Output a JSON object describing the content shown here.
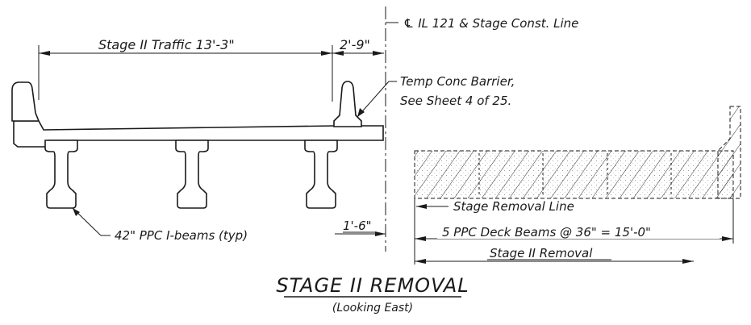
{
  "drawing": {
    "title": "STAGE II REMOVAL",
    "subtitle": "(Looking East)"
  },
  "labels": {
    "centerline": "℄ IL 121 & Stage Const. Line",
    "traffic_width": "Stage II Traffic 13'-3\"",
    "barrier_offset": "2'-9\"",
    "temp_barrier_line1": "Temp Conc Barrier,",
    "temp_barrier_line2": "See Sheet 4 of 25.",
    "beams_note": "42\" PPC I-beams (typ)",
    "edge_offset": "1'-6\"",
    "removal_line": "Stage Removal Line",
    "deck_beams": "5 PPC Deck Beams @ 36\" = 15'-0\"",
    "stage_removal": "Stage II Removal"
  },
  "colors": {
    "ink": "#1a1a1a",
    "paper": "#ffffff"
  }
}
